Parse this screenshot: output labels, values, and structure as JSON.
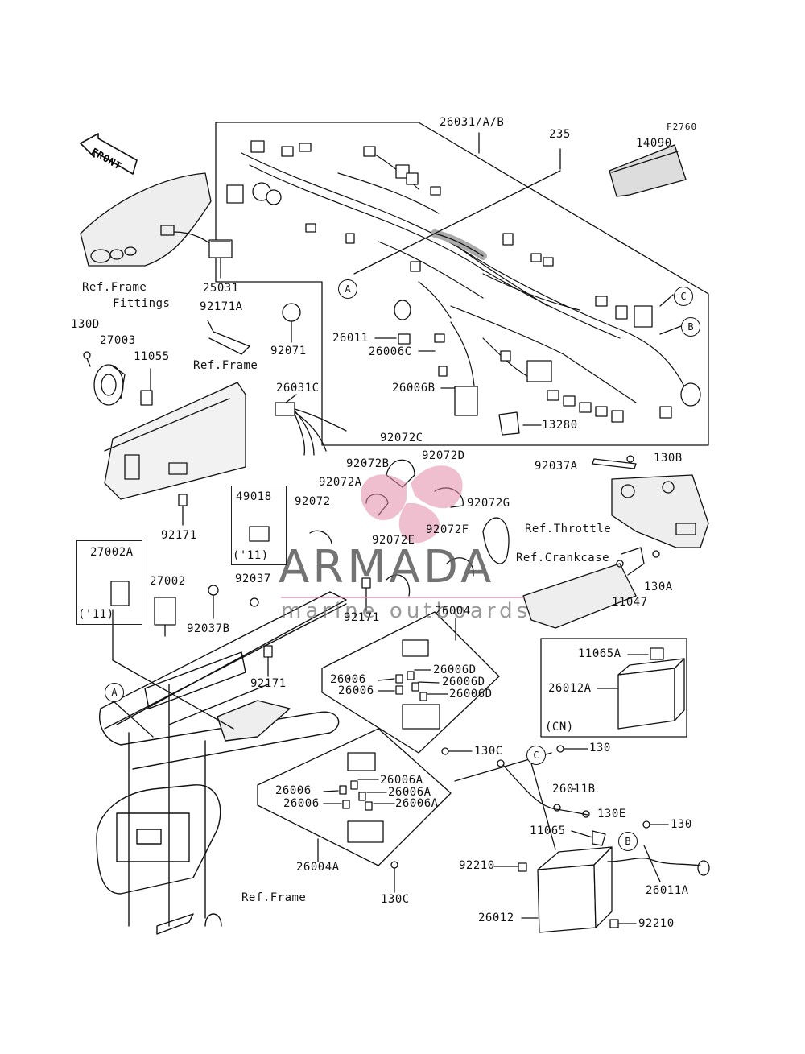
{
  "figure_code": "F2760",
  "front_label": "FRONT",
  "watermark": {
    "brand": "ARMADA",
    "sub": "marine outboards",
    "brand_color": "#5a5a5a",
    "accent_color": "#e48aa8"
  },
  "colors": {
    "line": "#111111",
    "background": "#ffffff"
  },
  "callouts": {
    "A": "A",
    "B": "B",
    "C": "C"
  },
  "labels": {
    "p26031AB": "26031/A/B",
    "p235": "235",
    "p14090": "14090",
    "refFrameFittings1": "Ref.Frame",
    "refFrameFittings2": "Fittings",
    "p25031": "25031",
    "p92171A": "92171A",
    "p92071": "92071",
    "p130D": "130D",
    "p27003": "27003",
    "p11055": "11055",
    "refFrame1": "Ref.Frame",
    "p26011": "26011",
    "p26006C": "26006C",
    "p26006B": "26006B",
    "p13280": "13280",
    "p26031C": "26031C",
    "p92072C": "92072C",
    "p92072B": "92072B",
    "p92072D": "92072D",
    "p92072A": "92072A",
    "p92072": "92072",
    "p92072G": "92072G",
    "p92072F": "92072F",
    "p92072E": "92072E",
    "p92037A": "92037A",
    "p130B": "130B",
    "refThrottle": "Ref.Throttle",
    "refCrankcase": "Ref.Crankcase",
    "p130A": "130A",
    "p11047": "11047",
    "p92171": "92171",
    "p49018": "49018",
    "p11_1": "('11)",
    "p27002A": "27002A",
    "p11_2": "('11)",
    "p27002": "27002",
    "p92037": "92037",
    "p92037B": "92037B",
    "p92171b": "92171",
    "p26004": "26004",
    "p92171c": "92171",
    "p26006_1": "26006",
    "p26006_2": "26006",
    "p26006D_1": "26006D",
    "p26006D_2": "26006D",
    "p26006D_3": "26006D",
    "p11065A": "11065A",
    "p26012A": "26012A",
    "pCN": "(CN)",
    "p130C_1": "130C",
    "p130_1": "130",
    "p26011B": "26011B",
    "p26006_3": "26006",
    "p26006_4": "26006",
    "p26006A_1": "26006A",
    "p26006A_2": "26006A",
    "p26006A_3": "26006A",
    "p130E": "130E",
    "p11065": "11065",
    "p130_2": "130",
    "p92210_1": "92210",
    "p26011A": "26011A",
    "p26004A": "26004A",
    "p130C_2": "130C",
    "refFrame2": "Ref.Frame",
    "p26012": "26012",
    "p92210_2": "92210"
  }
}
